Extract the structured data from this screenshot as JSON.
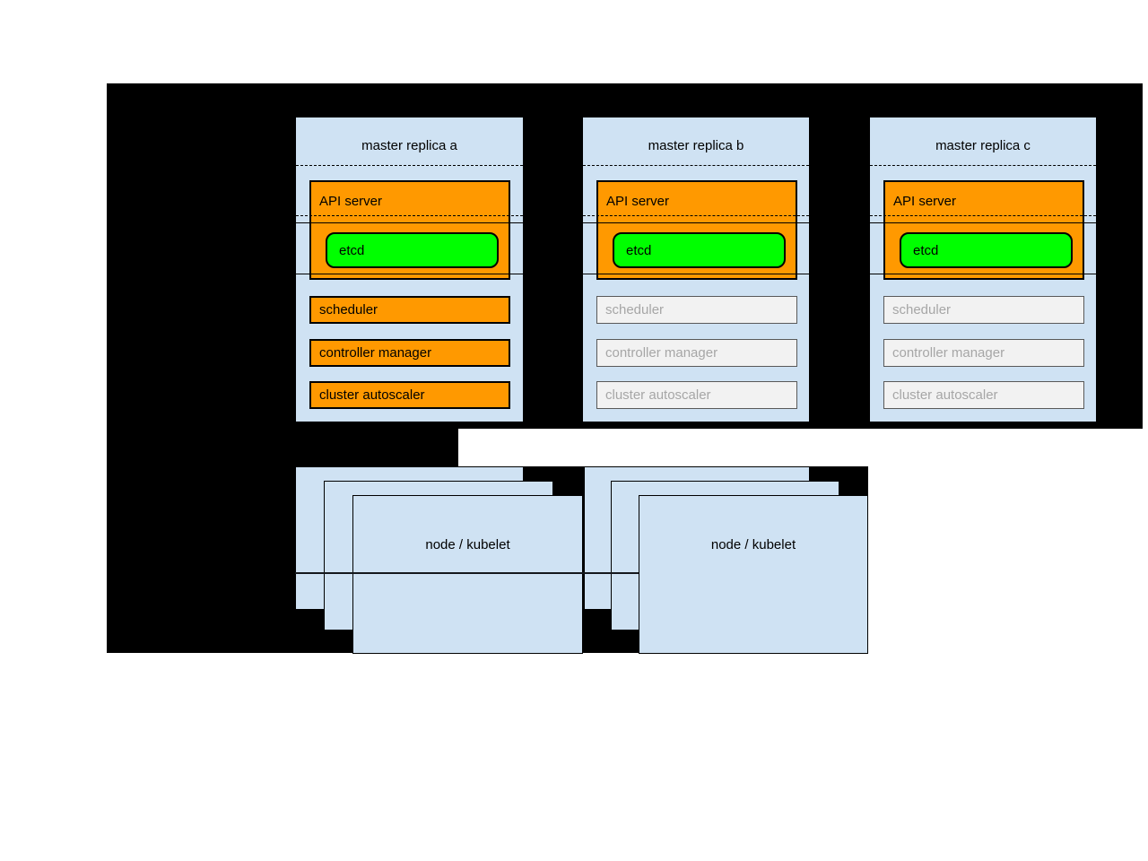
{
  "masters": [
    {
      "title": "master replica a",
      "state": "active",
      "api_server": "API server",
      "etcd": "etcd",
      "components": [
        "scheduler",
        "controller manager",
        "cluster autoscaler"
      ]
    },
    {
      "title": "master replica b",
      "state": "inactive",
      "api_server": "API server",
      "etcd": "etcd",
      "components": [
        "scheduler",
        "controller manager",
        "cluster autoscaler"
      ]
    },
    {
      "title": "master replica c",
      "state": "inactive",
      "api_server": "API server",
      "etcd": "etcd",
      "components": [
        "scheduler",
        "controller manager",
        "cluster autoscaler"
      ]
    }
  ],
  "nodes": [
    {
      "label": "node / kubelet"
    },
    {
      "label": "node / kubelet"
    }
  ],
  "colors": {
    "backdrop": "#000000",
    "panel_blue": "#cfe2f3",
    "active_orange": "#ff9900",
    "etcd_green": "#00ff00",
    "inactive_fill": "#f2f2f2",
    "inactive_text": "#a6a6a6"
  }
}
